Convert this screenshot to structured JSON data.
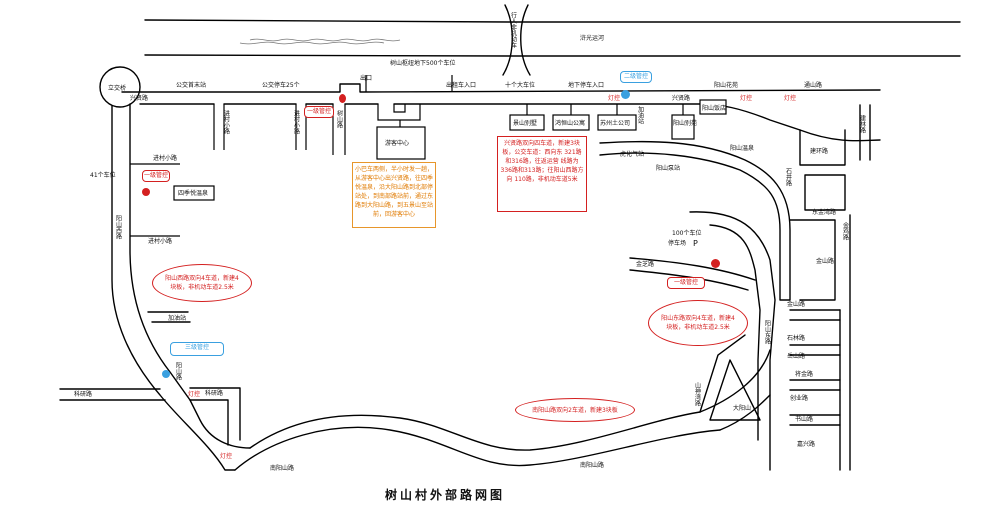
{
  "map_title": "树山村外部路网图",
  "roads": {
    "jiguang": "浒光运河",
    "pedestrian_bridge": "行人非机动车",
    "lijiaoqiao": "立交桥",
    "xingxianlu_w": "兴贤路",
    "xingxianlu_e": "兴贤路",
    "tongshanlu": "通山路",
    "jinlinlu": "建林路",
    "jinhuanlu": "建环路",
    "shijilu": "石井路",
    "dongjinlu": "东金湾路",
    "jinjiilu": "金鸡路",
    "yangshan_west": "阳山西路",
    "yangshan_east": "阳山东路",
    "nanyangshan": "南阳山路",
    "kesuolu_w": "科研路",
    "kesuolu_m": "科研路",
    "jinzhilu": "金芝路",
    "jiadanlu": "加油站",
    "jiadanlu2": "加油站",
    "jinshan_lu": "金山路",
    "shilinlu": "石林路",
    "yuezhilu": "岳山路",
    "jiangulu": "将金路",
    "chuangyelu": "创业路",
    "shanlingu": "山神湾路",
    "qishilu": "书山路",
    "jinlu": "金山路",
    "jiaxingu": "嘉兴路",
    "yangshan_v": "阳山路",
    "shushan_v": "树山路",
    "jincun1": "进村小路",
    "jincun2": "进村小路",
    "jincun3": "进村小路",
    "jincun4": "进村小路",
    "jincun5": "进村小路"
  },
  "labels": {
    "underground_parking": "树山枢纽地下500个车位",
    "bus_terminal": "公交首末站",
    "bus_parking": "公交停车25个",
    "exit": "出口",
    "taxi_entry": "出租车入口",
    "large_parking": "十个大车位",
    "underground_entry": "地下停车入口",
    "yangshan_garden": "阳山花苑",
    "cars41": "41个车位",
    "cars100": "100个车位",
    "parking_p": "停车场",
    "p_sign": "P",
    "changhua_station": "虎化气站",
    "changhua_station2": "阳山泵站",
    "yangshan_hot": "阳山温泉",
    "gate": "门",
    "hotspring": "大阳山",
    "light1": "灯控",
    "light2": "灯控",
    "light3": "灯控",
    "light4": "灯控",
    "light5": "灯控"
  },
  "boxes": {
    "visitor_center": "游客中心",
    "sixiang_hot": "四季悦温泉",
    "jingshan_hotel": "景山别墅",
    "hongshan_apt": "鸿恒山公寓",
    "guanshan_co": "苏州土公司",
    "yangshan_residence": "阳山别苑",
    "yangshan_hotel": "阳山饭店"
  },
  "notes": {
    "orange": "小巴车两侧，半小时发一趟，从游客中心出兴贤路，往四季悦温泉，沿大阳山路到北部停站处，到南部路站前，通过东路到大阳山路，到五景山至站前，回游客中心",
    "red_box": "兴贤路双向四车道，新建3块板，公交车道：西向东 321路和316路，往返运营 线路为336路和313路；往阳山西路方向 110路，非机动车道5米",
    "ell_west": "阳山西路双向4车道，新建4块板，非机动车道2.5米",
    "ell_east": "阳山东路双向4车道，新建4块板，非机动车道2.5米",
    "ell_south": "南阳山路双向2车道，新建3块板"
  },
  "tags": {
    "t1": "一级管控",
    "t2": "一级管控",
    "t3": "二级管控",
    "t4": "一级管控",
    "t5": "三级管控"
  },
  "colors": {
    "road": "#000000",
    "control_red": "#d42020",
    "control_blue": "#3aa0e0",
    "orange": "#e7962b"
  }
}
